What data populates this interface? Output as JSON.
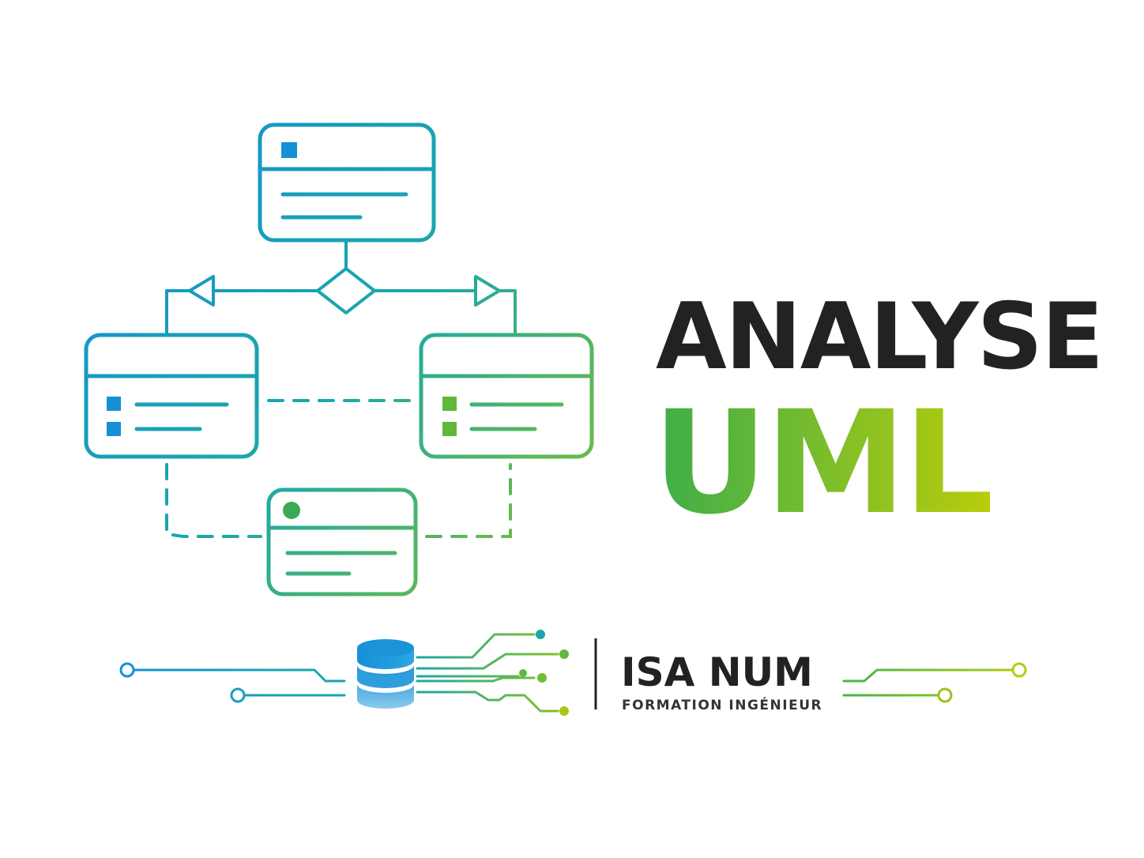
{
  "title": {
    "line1": "ANALYSE",
    "line2": "UML"
  },
  "brand": {
    "name": "ISA NUM",
    "tagline": "FORMATION INGÉNIEUR"
  },
  "colors": {
    "blue": "#1590d6",
    "teal": "#1aa8a8",
    "green": "#45b34a",
    "lime": "#b5cc10",
    "dark": "#222222",
    "uml_gradient_start": "#3dae4a",
    "uml_gradient_end": "#bccd0a"
  },
  "icons": {
    "database": "database-icon"
  }
}
